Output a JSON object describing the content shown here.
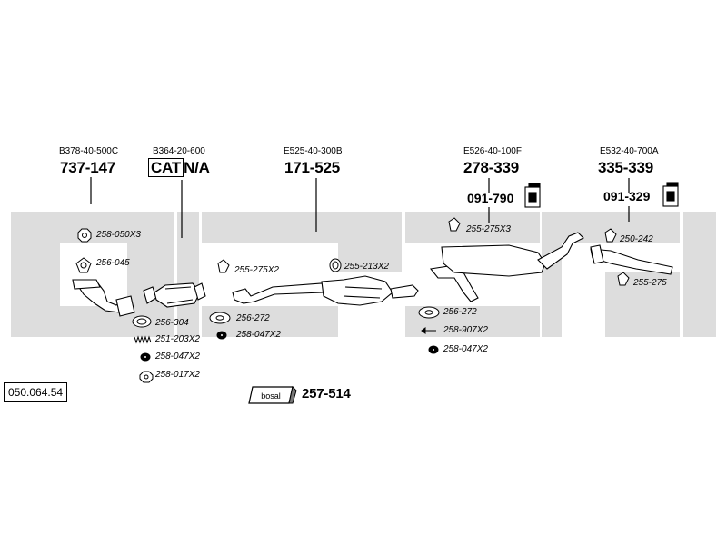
{
  "reference": "050.064.54",
  "brand_logo": "bosal",
  "colors": {
    "watermark": "#dcdcdc",
    "lines": "#000000",
    "parts_fill": "#ffffff"
  },
  "assemblies": [
    {
      "id": "front-pipe",
      "oem": "B378-40-500C",
      "number": "737-147"
    },
    {
      "id": "catalyst",
      "oem": "B364-20-600",
      "cat": "CAT",
      "number": "N/A"
    },
    {
      "id": "centre-pipe",
      "oem": "E525-40-300B",
      "number": "171-525"
    },
    {
      "id": "centre-silencer",
      "oem": "E526-40-100F",
      "number": "278-339",
      "mount": "091-790"
    },
    {
      "id": "rear-silencer",
      "oem": "E532-40-700A",
      "number": "335-339",
      "mount": "091-329"
    }
  ],
  "parts": [
    {
      "id": "p1",
      "label": "258-050X3"
    },
    {
      "id": "p2",
      "label": "256-045"
    },
    {
      "id": "p3",
      "label": "256-304"
    },
    {
      "id": "p4",
      "label": "251-203X2"
    },
    {
      "id": "p5",
      "label": "258-047X2"
    },
    {
      "id": "p6",
      "label": "258-017X2"
    },
    {
      "id": "p7",
      "label": "255-275X2"
    },
    {
      "id": "p8",
      "label": "256-272"
    },
    {
      "id": "p9",
      "label": "258-047X2"
    },
    {
      "id": "p10",
      "label": "255-213X2"
    },
    {
      "id": "p11",
      "label": "255-275X3"
    },
    {
      "id": "p12",
      "label": "256-272"
    },
    {
      "id": "p13",
      "label": "258-907X2"
    },
    {
      "id": "p14",
      "label": "258-047X2"
    },
    {
      "id": "p15",
      "label": "250-242"
    },
    {
      "id": "p16",
      "label": "255-275"
    }
  ],
  "kit": {
    "number": "257-514",
    "logo": "bosal"
  }
}
